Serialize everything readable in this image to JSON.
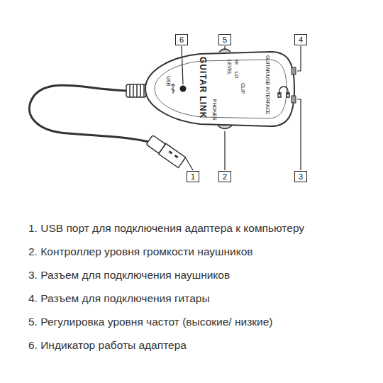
{
  "diagram": {
    "nodes": [
      {
        "text": [
          "6"
        ]
      },
      {
        "text": [
          "5"
        ]
      },
      {
        "text": [
          "4"
        ]
      },
      {
        "text": [
          "1"
        ]
      },
      {
        "text": [
          "2"
        ]
      },
      {
        "text": [
          "3"
        ]
      }
    ],
    "labels": [
      "USB",
      "GUITAR LINK",
      "PHONES",
      "LEVEL",
      "HI",
      "LO",
      "CLIP",
      "GUITAR/USB INTERFACE",
      "1. USB порт для подключения адаптера к компьютеру",
      "2. Контроллер уровня громкости наушников",
      "3. Разъем для подключения наушников",
      "4. Разъем для подключения гитары",
      "5. Регулировка уровня частот (высокие/ низкие)",
      "6. Индикатор работы адаптера"
    ]
  }
}
